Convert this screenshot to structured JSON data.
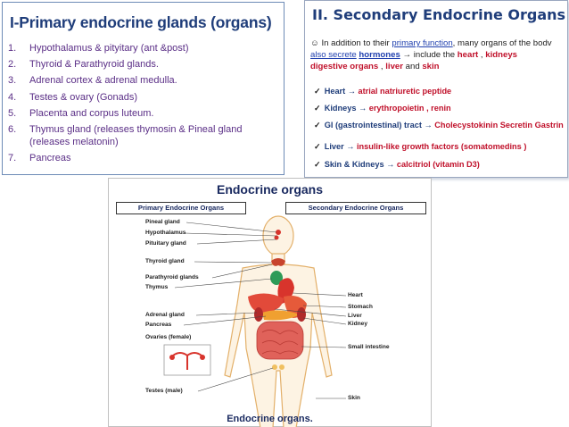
{
  "primary": {
    "title": "I-Primary endocrine glands (organs)",
    "items": [
      {
        "num": "1.",
        "text": "Hypothalamus  & pityitary (ant &post)"
      },
      {
        "num": "2.",
        "text": "Thyroid & Parathyroid glands."
      },
      {
        "num": "3.",
        "text": "Adrenal cortex & adrenal medulla."
      },
      {
        "num": "4.",
        "text": " Testes & ovary (Gonads)"
      },
      {
        "num": "5.",
        "text": "Placenta and corpus luteum."
      },
      {
        "num": "6.",
        "text": "Thymus gland (releases thymosin  & Pineal gland  (releases melatonin)"
      },
      {
        "num": "7.",
        "text": "Pancreas"
      }
    ]
  },
  "secondary": {
    "title": "II. Secondary Endocrine Organs",
    "intro": {
      "bullet": "☺",
      "p1": "In addition to their ",
      "link1": "primary function",
      "p2": ", many organs of the bodv ",
      "link2": "also secrete",
      "hormones": "hormones",
      "p3": " → include the ",
      "heart": "heart",
      "sep1": " , ",
      "kidneys": "kidneys",
      "digestive": "digestive organs",
      "sep2": " , ",
      "liver": "liver",
      "p4": "  and ",
      "skin": "skin"
    },
    "items": [
      {
        "check": "✓",
        "organ": "Heart",
        "arrow": " → ",
        "hormone": "atrial natriuretic peptide"
      },
      {
        "check": "✓",
        "organ": "Kidneys",
        "arrow": " → ",
        "hormone": "erythropoietin  , renin"
      },
      {
        "check": "✓",
        "organ": "GI (gastrointestinal) tract",
        "arrow": "  →  ",
        "hormone": "Cholecystokinin  Secretin  Gastrin"
      },
      {
        "check": "✓",
        "organ": "Liver",
        "arrow": " → ",
        "hormone": "insulin-like growth factors  (somatomedins )"
      },
      {
        "check": "✓",
        "organ": "Skin & Kidneys",
        "arrow": " → ",
        "hormone": "calcitriol (vitamin D3)"
      }
    ]
  },
  "diagram": {
    "title": "Endocrine organs",
    "primary_header": "Primary Endocrine Organs",
    "secondary_header": "Secondary Endocrine Organs",
    "left_labels": [
      "Pineal gland",
      "Hypothalamus",
      "Pituitary gland",
      "Thyroid gland",
      "Parathyroid glands",
      "Thymus",
      "Adrenal gland",
      "Pancreas",
      "Ovaries (female)",
      "Testes (male)"
    ],
    "right_labels": [
      "Heart",
      "Stomach",
      "Liver",
      "Kidney",
      "Small intestine",
      "Skin"
    ],
    "caption": "Endocrine organs."
  },
  "colors": {
    "title_blue": "#1f3d7a",
    "list_purple": "#5a2e86",
    "accent_red": "#c0102a",
    "organ_red": "#d8342c"
  }
}
